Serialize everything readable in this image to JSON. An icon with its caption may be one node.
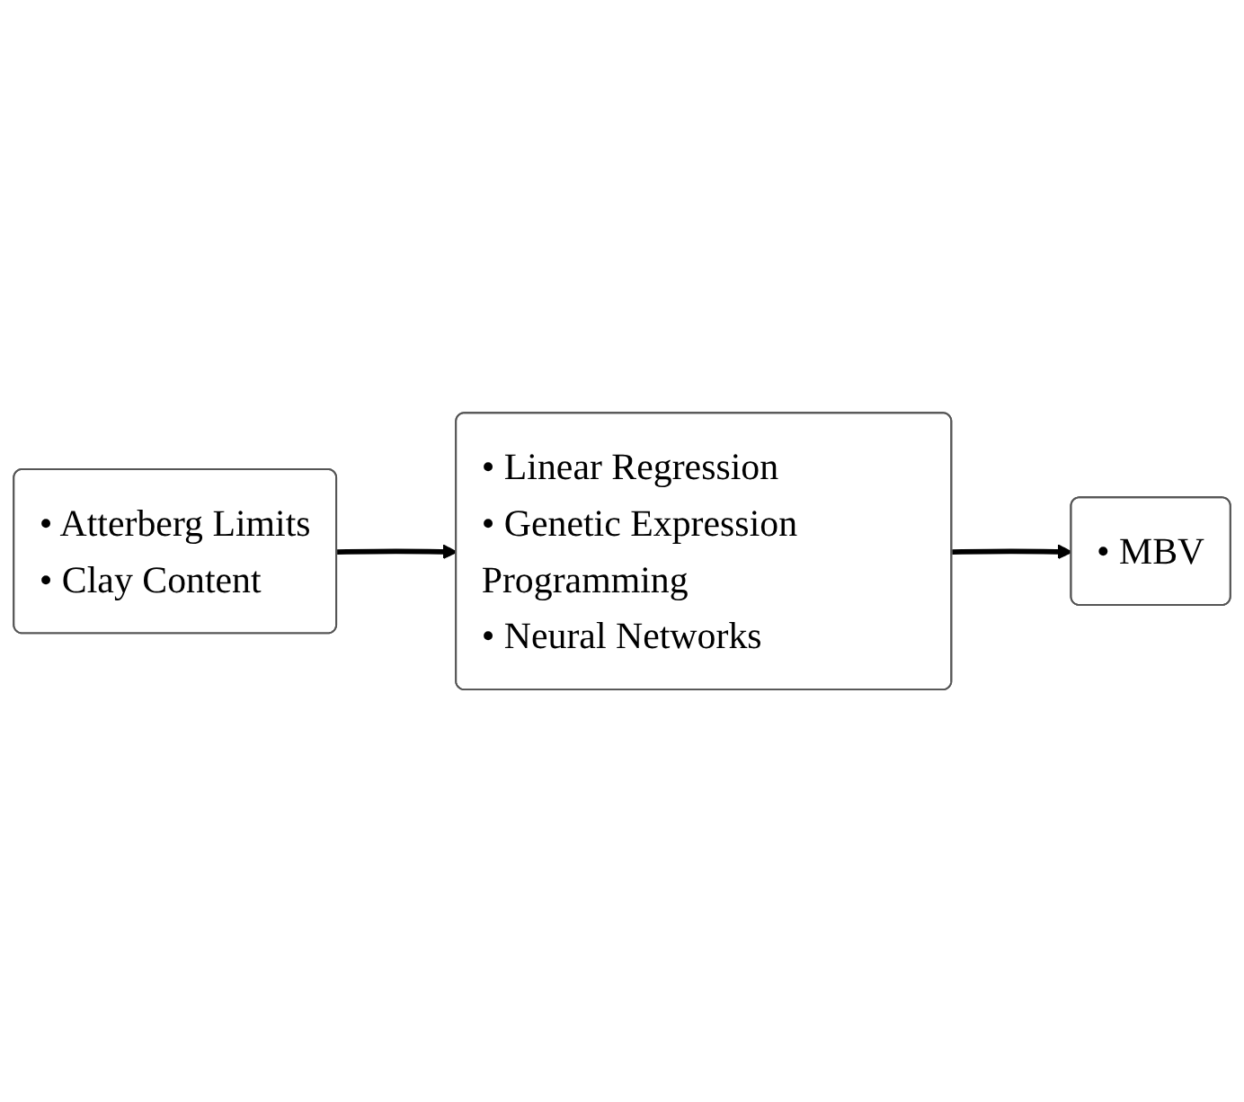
{
  "diagram": {
    "nodes": [
      {
        "text": [
          "• Atterberg Limits",
          "• Clay Content"
        ]
      },
      {
        "text": [
          "• Linear Regression",
          "• Genetic Expression Programming",
          "• Neural Networks"
        ]
      },
      {
        "text": [
          "• MBV"
        ]
      }
    ],
    "edges": [
      {
        "from": 0,
        "to": 1,
        "arrow": "to"
      },
      {
        "from": 1,
        "to": 2,
        "arrow": "to"
      }
    ]
  }
}
